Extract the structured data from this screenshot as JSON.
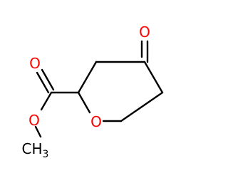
{
  "molecule": {
    "atoms": {
      "ketone_oxygen": "O",
      "ester_carbonyl_oxygen": "O",
      "ester_oxygen": "O",
      "ring_oxygen": "O",
      "methyl": "CH",
      "methyl_subscript": "3"
    },
    "colors": {
      "bond": "#000000",
      "oxygen": "#ff0000",
      "carbon_label": "#000000"
    }
  }
}
